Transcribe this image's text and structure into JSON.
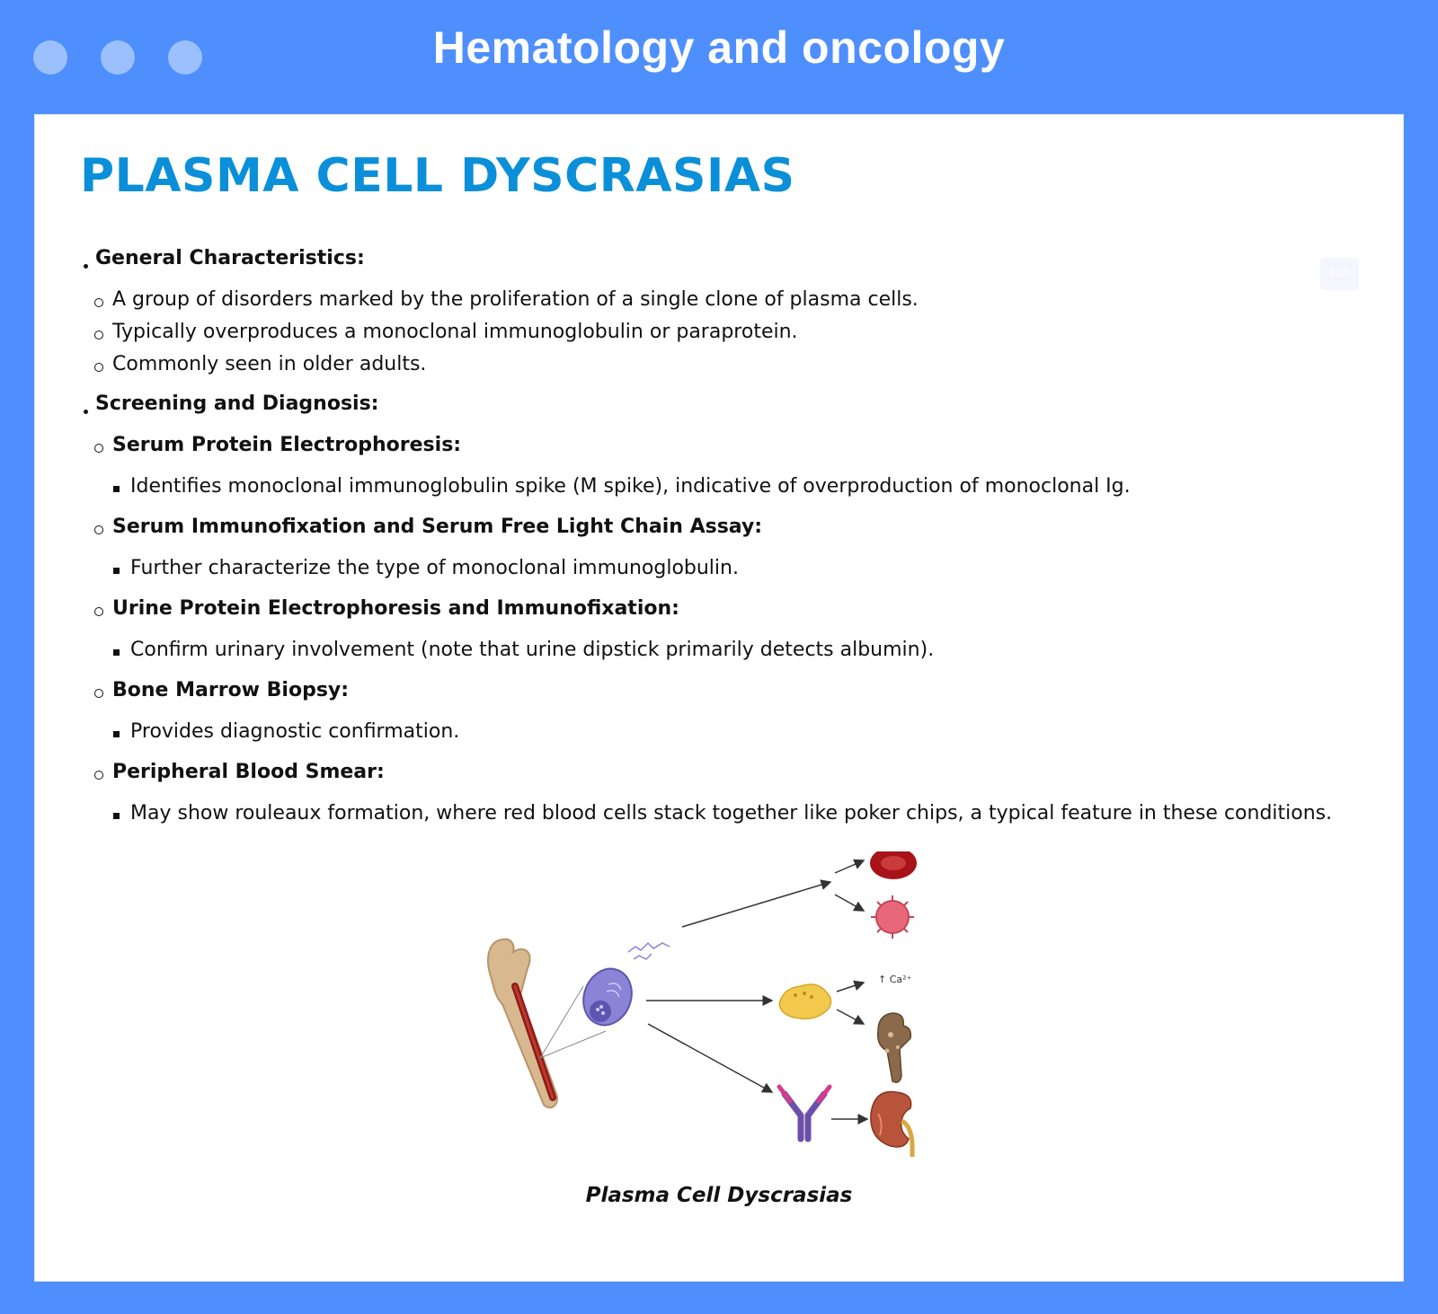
{
  "window": {
    "title": "Hematology and oncology",
    "controls": [
      "window-dot",
      "window-dot",
      "window-dot"
    ]
  },
  "page": {
    "title": "PLASMA CELL DYSCRASIAS",
    "edit_label": "EDI",
    "sections": [
      {
        "heading": "General Characteristics:",
        "items": [
          "A group of disorders marked by the proliferation of a single clone of plasma cells.",
          "Typically overproduces a monoclonal immunoglobulin or paraprotein.",
          "Commonly seen in older adults."
        ]
      },
      {
        "heading": "Screening and Diagnosis:",
        "subsections": [
          {
            "heading": "Serum Protein Electrophoresis:",
            "detail": "Identifies monoclonal immunoglobulin spike (M spike), indicative of overproduction of monoclonal Ig."
          },
          {
            "heading": "Serum Immunofixation and Serum Free Light Chain Assay:",
            "detail": "Further characterize the type of monoclonal immunoglobulin."
          },
          {
            "heading": "Urine Protein Electrophoresis and Immunofixation:",
            "detail": "Confirm urinary involvement (note that urine dipstick primarily detects albumin)."
          },
          {
            "heading": "Bone Marrow Biopsy:",
            "detail": "Provides diagnostic confirmation."
          },
          {
            "heading": "Peripheral Blood Smear:",
            "detail": "May show rouleaux formation, where red blood cells stack together like poker chips, a typical feature in these conditions."
          }
        ]
      }
    ],
    "figure": {
      "caption": "Plasma Cell Dyscrasias",
      "calcium_label": "↑ Ca²⁺",
      "icons": [
        "bone-icon",
        "plasma-cell-icon",
        "red-blood-cell-icon",
        "virus-icon",
        "osteoclast-icon",
        "bone-lesion-icon",
        "antibody-icon",
        "kidney-icon"
      ]
    }
  },
  "colors": {
    "frame": "#4f8ffd",
    "title_blue": "#0a8fd8"
  }
}
